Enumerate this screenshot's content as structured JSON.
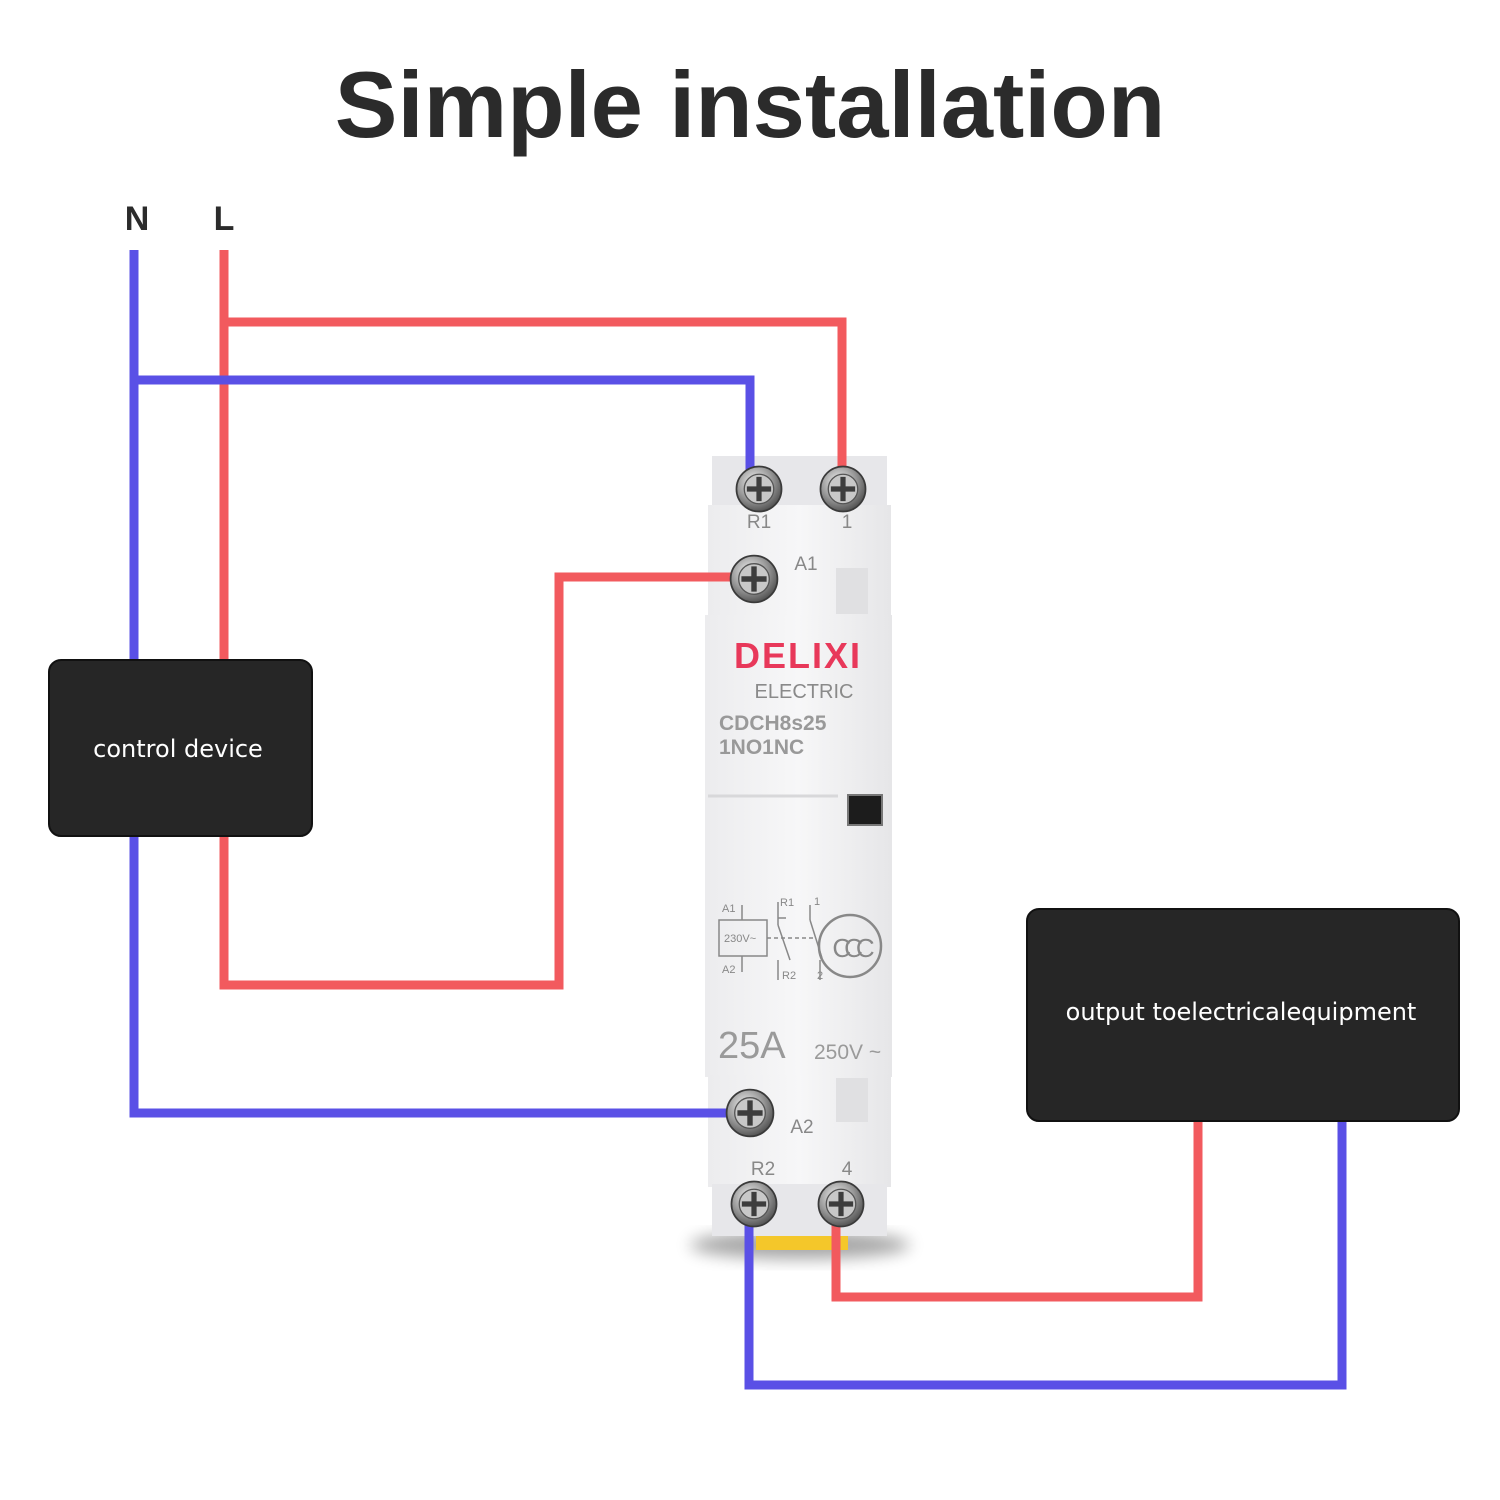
{
  "title": "Simple installation",
  "supply": {
    "neutral": "N",
    "line": "L"
  },
  "control_device": {
    "label": "control device"
  },
  "output_device": {
    "label": "output toelectricalequipment"
  },
  "contactor": {
    "brand": "DELIXI",
    "brand_sub": "ELECTRIC",
    "model": "CDCH8s25",
    "contacts": "1NO1NC",
    "rating_current": "25A",
    "rating_voltage": "250V ~",
    "terminals": {
      "r1": "R1",
      "t1": "1",
      "a1": "A1",
      "a2": "A2",
      "r2": "R2",
      "t4": "4"
    },
    "schematic": {
      "a1": "A1",
      "a2": "A2",
      "coil_voltage": "230V~",
      "r1": "R1",
      "r2": "R2",
      "t1": "1",
      "t2": "2"
    },
    "certification": "CCC"
  },
  "colors": {
    "line_wire": "#f25a5e",
    "neutral_wire": "#5a50e6",
    "box_fill": "#262626",
    "brand_red": "#e8385a",
    "base_yellow": "#f4c72a"
  }
}
